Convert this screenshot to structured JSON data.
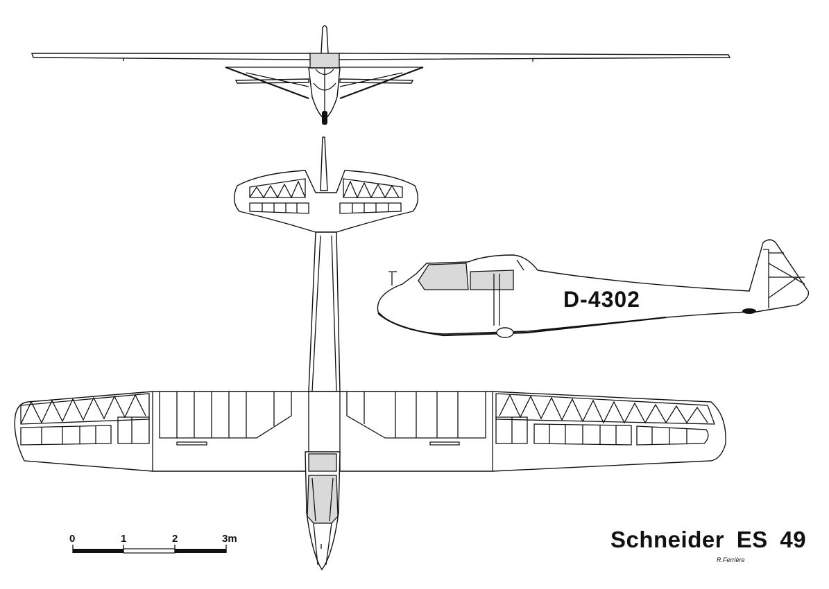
{
  "title": "Schneider ES 49",
  "author": "R.Ferrière",
  "registration": "D-4302",
  "scale": {
    "labels": [
      "0",
      "1",
      "2",
      "3m"
    ],
    "unit": "m"
  },
  "colors": {
    "ink": "#111111",
    "shading": "#d9d9d9",
    "background": "#ffffff"
  }
}
